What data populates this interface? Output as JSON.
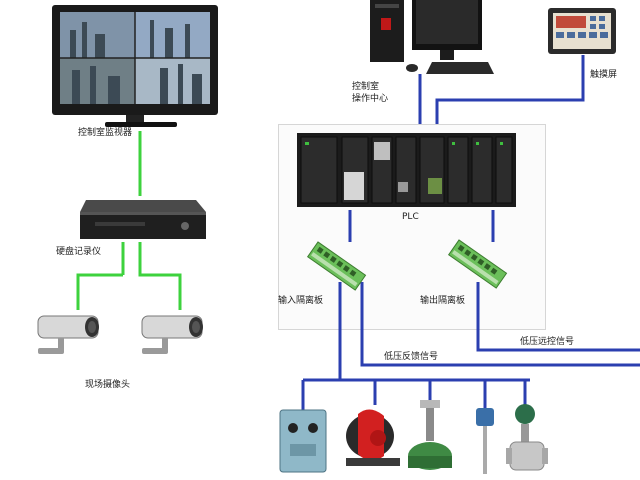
{
  "labels": {
    "monitor": "控制室监视器",
    "dvr": "硬盘记录仪",
    "cameras": "现场摄像头",
    "operator_station_line1": "控制室",
    "operator_station_line2": "操作中心",
    "touchscreen": "触摸屏",
    "plc": "PLC",
    "input_isolation": "输入隔离板",
    "output_isolation": "输出隔离板",
    "feedback_signal": "低压反馈信号",
    "remote_control_signal": "低压远控信号"
  },
  "colors": {
    "video_link": "#3dd23d",
    "control_link": "#2b3fb0",
    "plc_frame": "#d6d6d6"
  },
  "icons": [
    "monitor-icon",
    "dvr-icon",
    "camera-icon",
    "camera-icon",
    "pc-tower-icon",
    "pc-monitor-icon",
    "keyboard-icon",
    "touchscreen-icon",
    "plc-rack-icon",
    "terminal-board-icon",
    "terminal-board-icon",
    "junction-box-icon",
    "pump-icon",
    "level-switch-icon",
    "temperature-sensor-icon",
    "flowmeter-icon"
  ]
}
